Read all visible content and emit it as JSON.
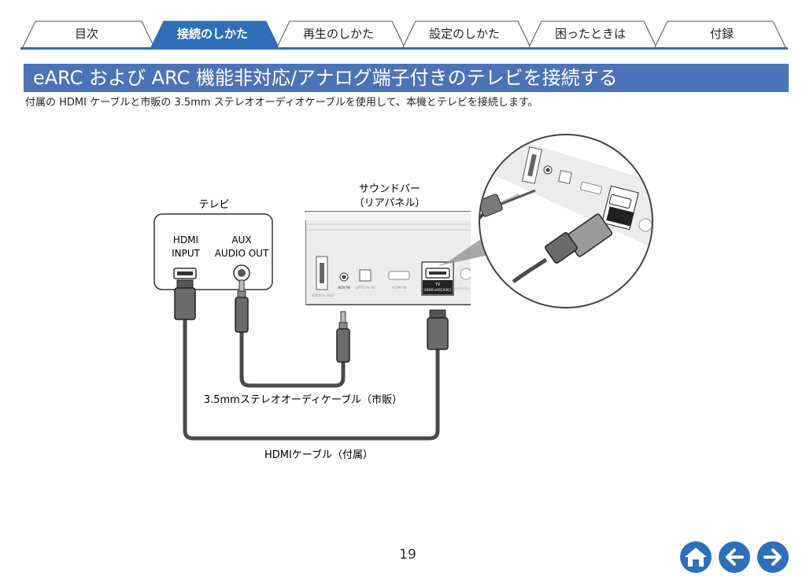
{
  "tabs": [
    {
      "label": "目次",
      "active": false
    },
    {
      "label": "接続のしかた",
      "active": true
    },
    {
      "label": "再生のしかた",
      "active": false
    },
    {
      "label": "設定のしかた",
      "active": false
    },
    {
      "label": "困ったときは",
      "active": false
    },
    {
      "label": "付録",
      "active": false
    }
  ],
  "page": {
    "title": "eARC および ARC 機能非対応/アナログ端子付きのテレビを接続する",
    "intro": "付属の HDMI ケーブルと市販の 3.5mm ステレオオーディオケーブルを使用して、本機とテレビを接続します。",
    "page_number": "19"
  },
  "diagram": {
    "tv_label": "テレビ",
    "tv_hdmi_label": [
      "HDMI",
      "INPUT"
    ],
    "tv_aux_label": [
      "AUX",
      "AUDIO OUT"
    ],
    "soundbar_label": [
      "サウンドバー",
      "（リアパネル）"
    ],
    "panel_labels": {
      "service": "SERVICE ONLY",
      "aux": "AUX IN",
      "optical": "OPTICAL IN",
      "hdmi_in": "HDMI IN",
      "tv": "TV",
      "tv_sub": "(HDMI eARC/ARC)",
      "subwoofer": "SUBWOO OUT"
    },
    "stereo_cable_label": "3.5mmステレオオーディケーブル（市販）",
    "hdmi_cable_label": "HDMIケーブル（付属）"
  },
  "nav": {
    "home": "home-icon",
    "back": "back-arrow-icon",
    "forward": "forward-arrow-icon"
  },
  "colors": {
    "tab_active": "#2f6fba",
    "title_bar": "#4b73b8",
    "nav_button": "#2f6fba",
    "cable": "#4a4a4a"
  }
}
